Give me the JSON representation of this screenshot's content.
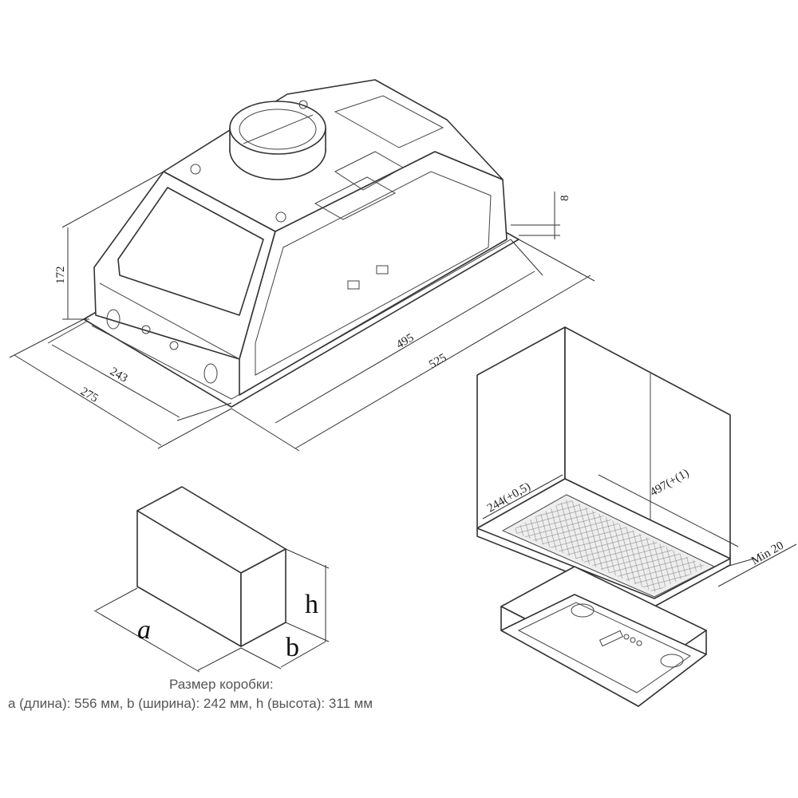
{
  "hood_dimensions": {
    "height": "172",
    "top_offset": "8",
    "depth_inner": "243",
    "depth_outer": "275",
    "width_inner": "495",
    "width_outer": "525"
  },
  "cutout_dimensions": {
    "depth": "244(+0,5)",
    "width": "497(+(1)",
    "min_clearance": "Min 20"
  },
  "box_dimensions": {
    "label_a": "a",
    "label_b": "b",
    "label_h": "h",
    "caption_title": "Размер коробки:",
    "caption_values": "a (длина): 556 мм, b (ширина): 242 мм, h (высота): 311 мм"
  }
}
